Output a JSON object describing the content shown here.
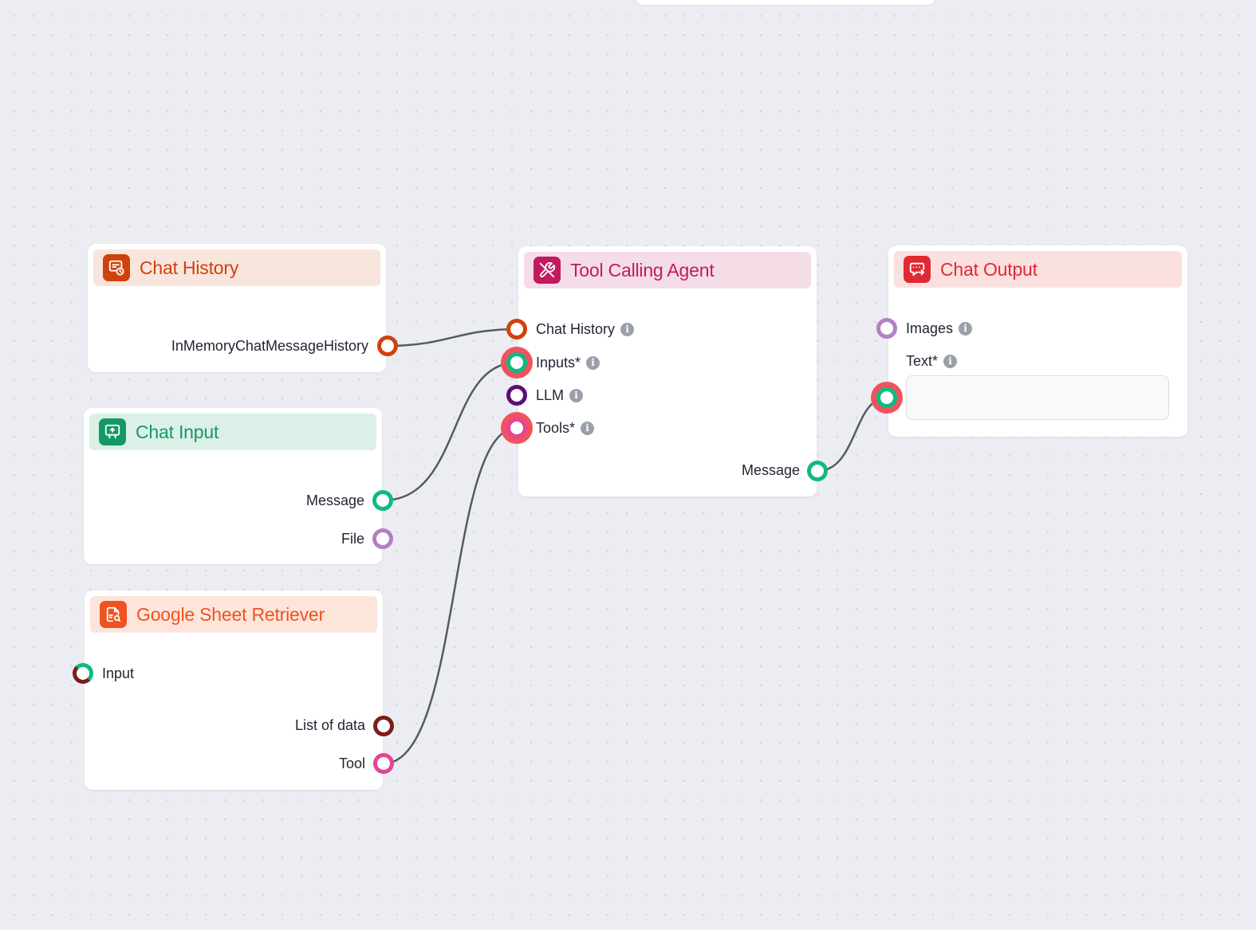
{
  "colors": {
    "chat_history_accent": "#d1410c",
    "chat_history_header": "#f8e5dc",
    "chat_input_accent": "#149966",
    "chat_input_header": "#dcf0e8",
    "agent_accent": "#c21a5f",
    "agent_header": "#f4dde7",
    "output_accent": "#e02a33",
    "output_header": "#fbe0e0",
    "sheet_accent": "#f0531f",
    "sheet_header": "#fde5dc",
    "handle_orange": "#d1410c",
    "handle_green": "#10b981",
    "handle_purple": "#5b0f7a",
    "handle_pink": "#e54592",
    "handle_lilac": "#b57fc4",
    "handle_maroon": "#7a1d1d",
    "edge": "#555a63"
  },
  "nodes": {
    "chat_history": {
      "title": "Chat History",
      "icon": "chat-history-icon",
      "outputs": [
        "InMemoryChatMessageHistory"
      ]
    },
    "chat_input": {
      "title": "Chat Input",
      "icon": "chat-input-icon",
      "outputs": [
        "Message",
        "File"
      ]
    },
    "google_sheet": {
      "title": "Google Sheet Retriever",
      "icon": "sheet-search-icon",
      "inputs": [
        "Input"
      ],
      "outputs": [
        "List of data",
        "Tool"
      ]
    },
    "agent": {
      "title": "Tool Calling Agent",
      "icon": "tools-icon",
      "inputs": [
        "Chat History",
        "Inputs*",
        "LLM",
        "Tools*"
      ],
      "outputs": [
        "Message"
      ]
    },
    "chat_output": {
      "title": "Chat Output",
      "icon": "chat-output-icon",
      "inputs": [
        "Images",
        "Text*"
      ],
      "text_value": ""
    }
  }
}
